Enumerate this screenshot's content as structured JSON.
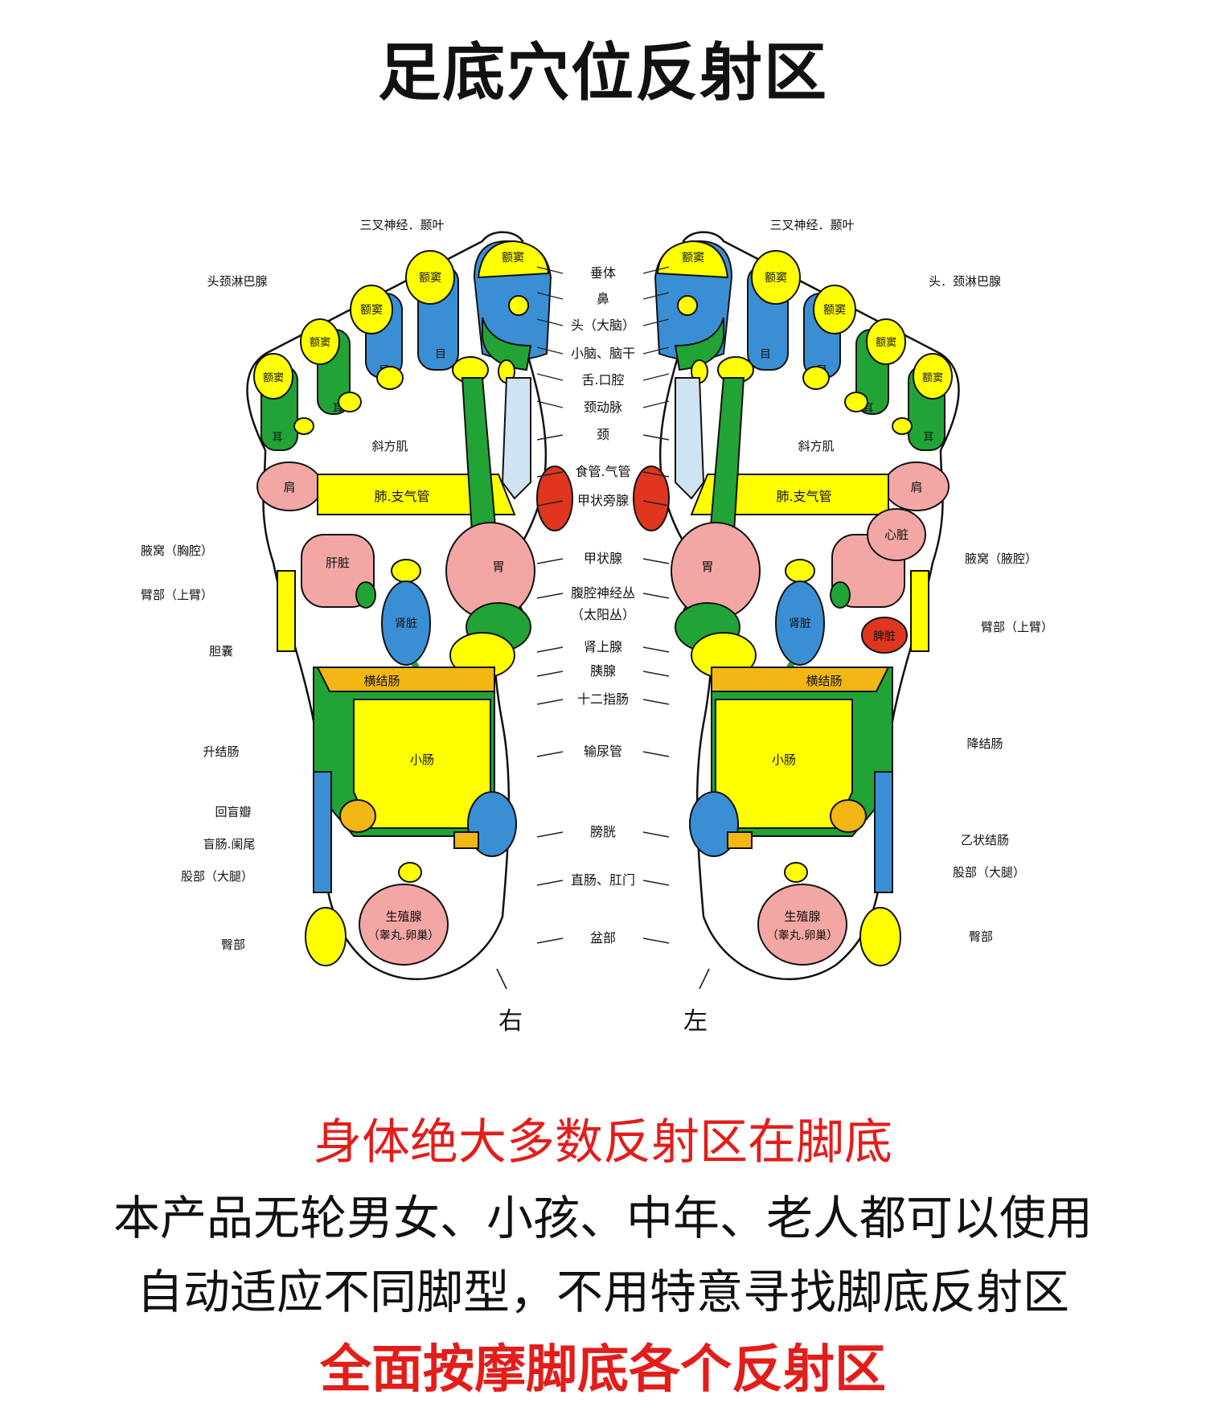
{
  "title": "足底穴位反射区",
  "colors": {
    "yellow": "#ffff00",
    "blue": "#3a8fd4",
    "green": "#21a336",
    "pink": "#f3a7a4",
    "red": "#e0351f",
    "orange": "#f2b615",
    "line": "#222222"
  },
  "center_labels": [
    "垂体",
    "鼻",
    "头（大脑）",
    "小脑、脑干",
    "舌.口腔",
    "颈动脉",
    "颈",
    "食管.气管",
    "甲状旁腺",
    "甲状腺",
    "腹腔神经丛",
    "（太阳丛）",
    "肾上腺",
    "胰腺",
    "十二指肠",
    "输尿管",
    "膀胱",
    "直肠、肛门",
    "盆部"
  ],
  "right_foot": {
    "side_label": "右",
    "left_labels": [
      "三叉神经．颞叶",
      "头颈淋巴腺",
      "腋窝（胸腔）",
      "臂部（上臂）",
      "胆囊",
      "升结肠",
      "回盲瓣",
      "盲肠.阑尾",
      "股部（大腿）",
      "臀部"
    ],
    "region_labels": {
      "sinus": "额窦",
      "eye": "目",
      "ear": "耳",
      "trapezius": "斜方肌",
      "shoulder": "肩",
      "lung": "肺.支气管",
      "liver": "肝脏",
      "stomach": "胃",
      "kidney": "肾脏",
      "transverse_colon": "横结肠",
      "small_intestine": "小肠",
      "gonad": "生殖腺",
      "gonad_sub": "（睾丸.卵巢）"
    }
  },
  "left_foot": {
    "side_label": "左",
    "right_labels": [
      "三叉神经．颞叶",
      "头．颈淋巴腺",
      "腋窝（腋腔）",
      "臂部（上臂）",
      "降结肠",
      "乙状结肠",
      "股部（大腿）",
      "臀部"
    ],
    "region_labels": {
      "sinus": "额窦",
      "eye": "目",
      "ear": "耳",
      "trapezius": "斜方肌",
      "shoulder": "肩",
      "lung": "肺.支气管",
      "heart": "心脏",
      "stomach": "胃",
      "kidney": "肾脏",
      "spleen": "脾脏",
      "transverse_colon": "横结肠",
      "small_intestine": "小肠",
      "gonad": "生殖腺",
      "gonad_sub": "（睾丸.卵巢）"
    }
  },
  "bottom_text": {
    "line1": "身体绝大多数反射区在脚底",
    "line2": "本产品无轮男女、小孩、中年、老人都可以使用",
    "line3": "自动适应不同脚型，不用特意寻找脚底反射区",
    "line4": "全面按摩脚底各个反射区"
  }
}
